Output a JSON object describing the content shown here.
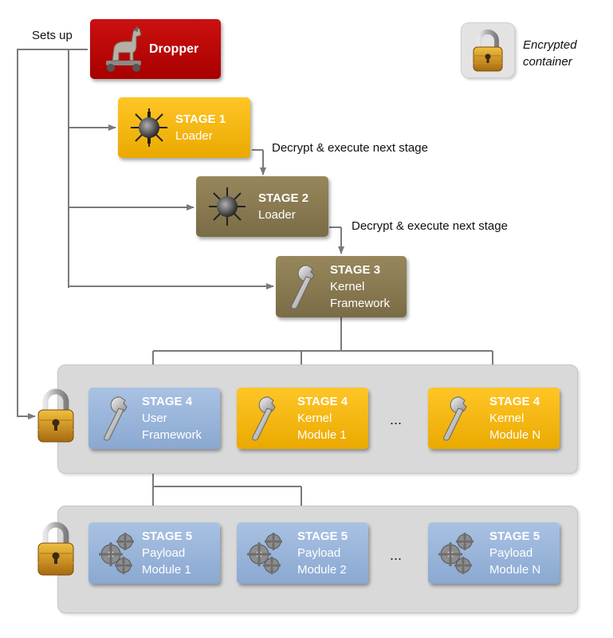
{
  "sets_up_label": "Sets up",
  "legend": {
    "line1": "Encrypted",
    "line2": "container",
    "icon": "padlock-icon"
  },
  "dropper": {
    "label": "Dropper",
    "icon": "trojan-horse-icon"
  },
  "stage1": {
    "title": "STAGE 1",
    "line1": "Loader",
    "icon": "spiked-mine-icon"
  },
  "stage2": {
    "title": "STAGE 2",
    "line1": "Loader",
    "icon": "spiked-mine-icon"
  },
  "stage3": {
    "title": "STAGE 3",
    "line1": "Kernel",
    "line2": "Framework",
    "icon": "wrench-icon"
  },
  "decrypt1": "Decrypt & execute next stage",
  "decrypt2": "Decrypt & execute next stage",
  "stage4": [
    {
      "title": "STAGE 4",
      "line1": "User",
      "line2": "Framework",
      "icon": "wrench-icon"
    },
    {
      "title": "STAGE 4",
      "line1": "Kernel",
      "line2": "Module 1",
      "icon": "wrench-icon"
    },
    {
      "title": "STAGE 4",
      "line1": "Kernel",
      "line2": "Module N",
      "icon": "wrench-icon"
    }
  ],
  "stage5": [
    {
      "title": "STAGE 5",
      "line1": "Payload",
      "line2": "Module 1",
      "icon": "gears-icon"
    },
    {
      "title": "STAGE 5",
      "line1": "Payload",
      "line2": "Module 2",
      "icon": "gears-icon"
    },
    {
      "title": "STAGE 5",
      "line1": "Payload",
      "line2": "Module N",
      "icon": "gears-icon"
    }
  ],
  "ellipsis": "...",
  "colors": {
    "dropper": "#b80000",
    "loader_yellow": "#f5b800",
    "olive": "#8a7a50",
    "blue": "#9db7db",
    "panel": "#d9d9d9"
  }
}
